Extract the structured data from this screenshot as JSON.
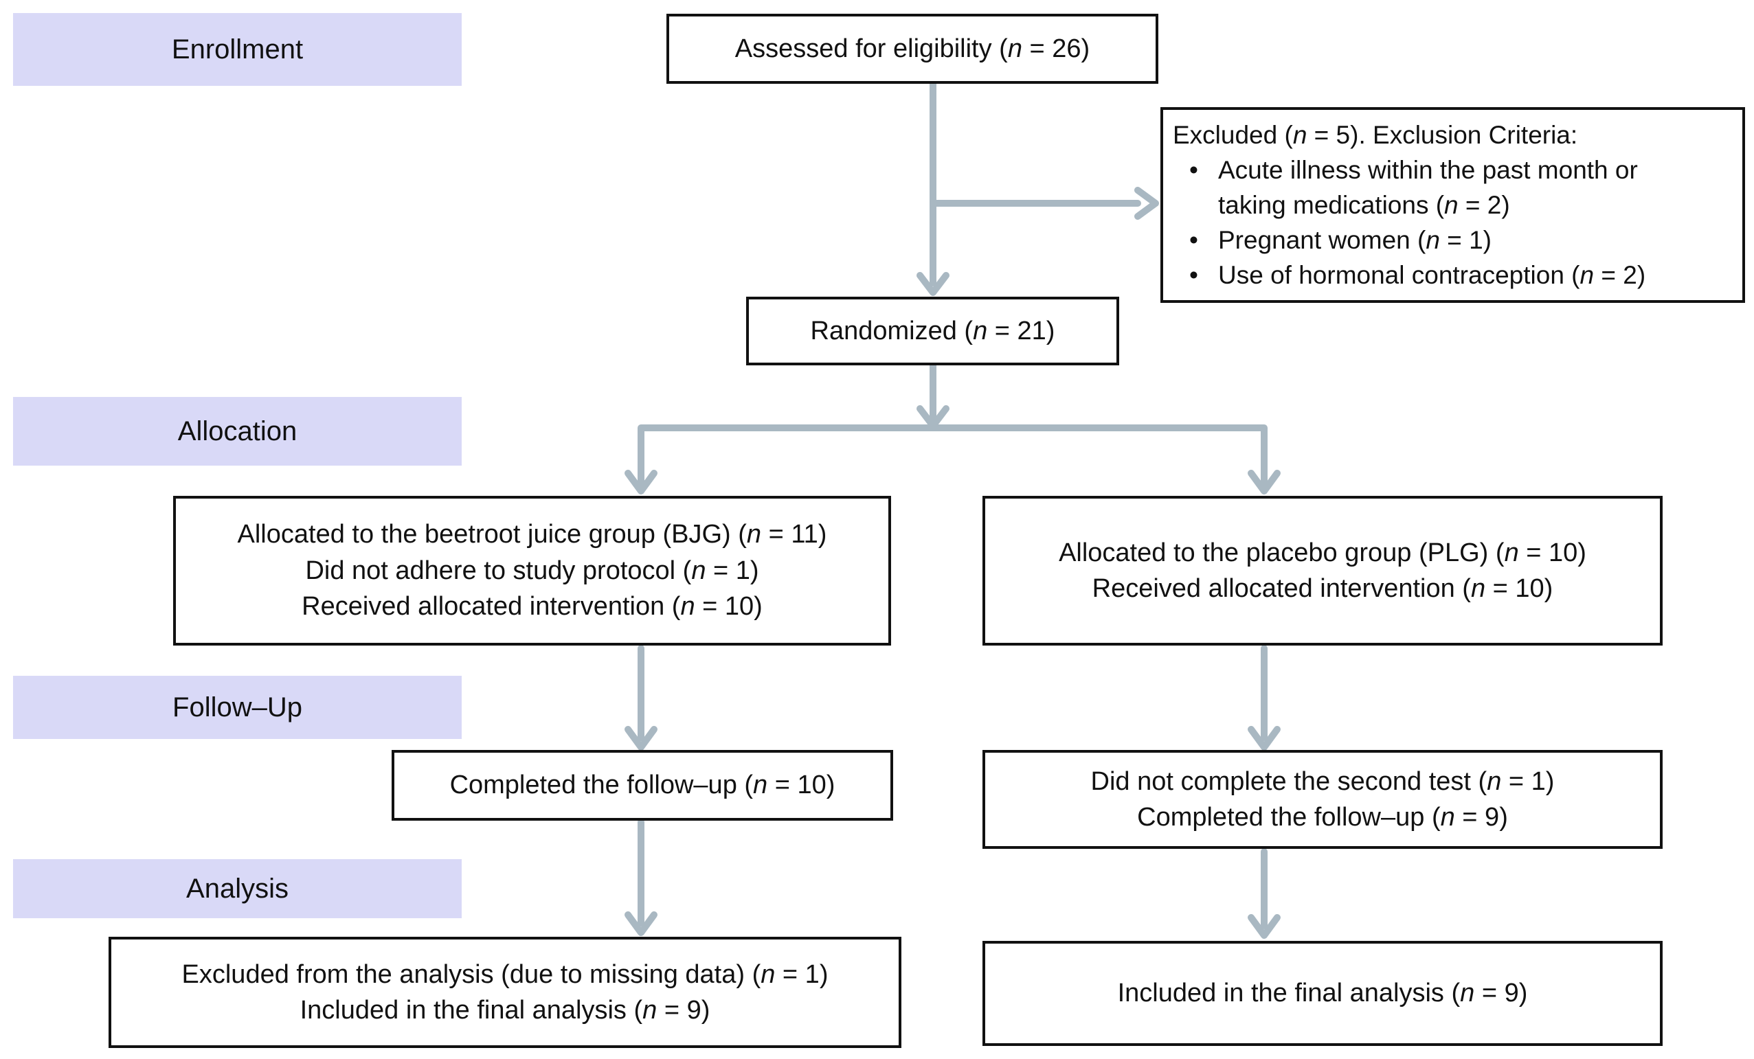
{
  "colors": {
    "stage_label_background": "#d9d9f7",
    "arrow": "#a9b8c2",
    "box_border": "#111111",
    "text": "#111111",
    "background": "#ffffff"
  },
  "stages": {
    "enrollment": "Enrollment",
    "allocation": "Allocation",
    "followup": "Follow–Up",
    "analysis": "Analysis"
  },
  "boxes": {
    "assessed": {
      "lines": [
        {
          "segs": [
            {
              "t": "Assessed for eligibility ("
            },
            {
              "t": "n",
              "i": true
            },
            {
              "t": " = 26)"
            }
          ]
        }
      ]
    },
    "excluded": {
      "lines": [
        {
          "segs": [
            {
              "t": "Excluded ("
            },
            {
              "t": "n",
              "i": true
            },
            {
              "t": " = 5). Exclusion Criteria:"
            }
          ]
        },
        {
          "bullet": true,
          "segs": [
            {
              "t": "Acute illness within the past month or"
            },
            {
              "br": true
            },
            {
              "t": "taking medications ("
            },
            {
              "t": "n",
              "i": true
            },
            {
              "t": " = 2)"
            }
          ]
        },
        {
          "bullet": true,
          "segs": [
            {
              "t": "Pregnant women ("
            },
            {
              "t": "n",
              "i": true
            },
            {
              "t": " = 1)"
            }
          ]
        },
        {
          "bullet": true,
          "segs": [
            {
              "t": "Use of hormonal contraception ("
            },
            {
              "t": "n",
              "i": true
            },
            {
              "t": " = 2)"
            }
          ]
        }
      ]
    },
    "randomized": {
      "lines": [
        {
          "segs": [
            {
              "t": "Randomized ("
            },
            {
              "t": "n",
              "i": true
            },
            {
              "t": " = 21)"
            }
          ]
        }
      ]
    },
    "alloc_bjg": {
      "lines": [
        {
          "segs": [
            {
              "t": "Allocated to the beetroot juice group (BJG) ("
            },
            {
              "t": "n",
              "i": true
            },
            {
              "t": " = 11)"
            }
          ]
        },
        {
          "segs": [
            {
              "t": "Did not adhere to study protocol ("
            },
            {
              "t": "n",
              "i": true
            },
            {
              "t": " = 1)"
            }
          ]
        },
        {
          "segs": [
            {
              "t": "Received allocated intervention ("
            },
            {
              "t": "n",
              "i": true
            },
            {
              "t": " = 10)"
            }
          ]
        }
      ]
    },
    "alloc_plg": {
      "lines": [
        {
          "segs": [
            {
              "t": "Allocated to the placebo group (PLG) ("
            },
            {
              "t": "n",
              "i": true
            },
            {
              "t": " = 10)"
            }
          ]
        },
        {
          "segs": [
            {
              "t": "Received allocated intervention ("
            },
            {
              "t": "n",
              "i": true
            },
            {
              "t": " = 10)"
            }
          ]
        }
      ]
    },
    "followup_bjg": {
      "lines": [
        {
          "segs": [
            {
              "t": "Completed the follow–up ("
            },
            {
              "t": "n",
              "i": true
            },
            {
              "t": " = 10)"
            }
          ]
        }
      ]
    },
    "followup_plg": {
      "lines": [
        {
          "segs": [
            {
              "t": "Did not complete the second test ("
            },
            {
              "t": "n",
              "i": true
            },
            {
              "t": " = 1)"
            }
          ]
        },
        {
          "segs": [
            {
              "t": "Completed the follow–up ("
            },
            {
              "t": "n",
              "i": true
            },
            {
              "t": " = 9)"
            }
          ]
        }
      ]
    },
    "analysis_bjg": {
      "lines": [
        {
          "segs": [
            {
              "t": "Excluded from the analysis (due to missing data) ("
            },
            {
              "t": "n",
              "i": true
            },
            {
              "t": " = 1)"
            }
          ]
        },
        {
          "segs": [
            {
              "t": "Included in the final analysis ("
            },
            {
              "t": "n",
              "i": true
            },
            {
              "t": " = 9)"
            }
          ]
        }
      ]
    },
    "analysis_plg": {
      "lines": [
        {
          "segs": [
            {
              "t": "Included in the final analysis ("
            },
            {
              "t": "n",
              "i": true
            },
            {
              "t": " = 9)"
            }
          ]
        }
      ]
    }
  }
}
